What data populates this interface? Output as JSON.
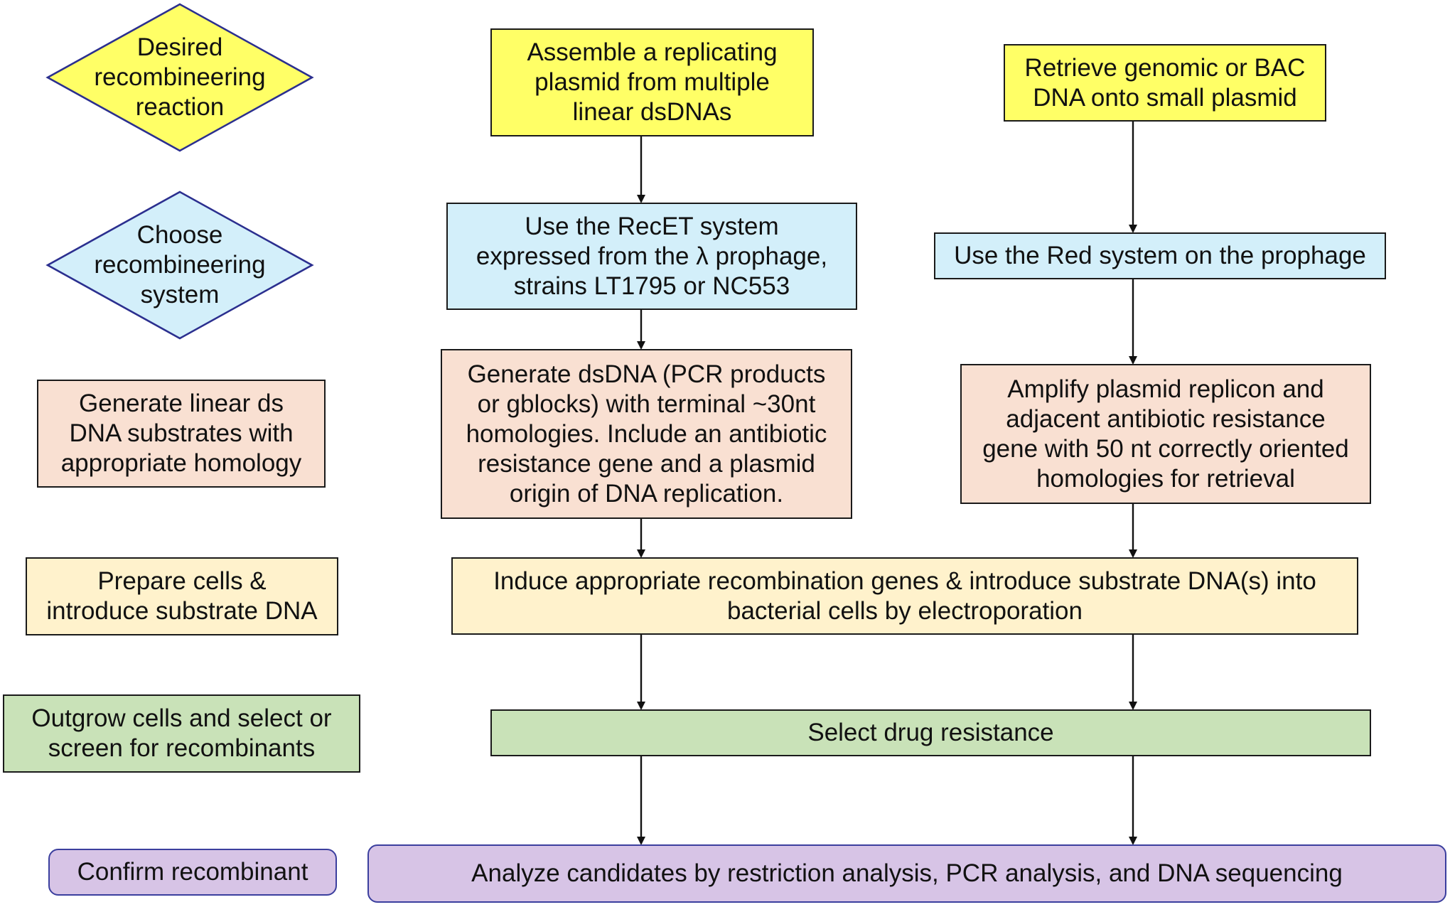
{
  "colors": {
    "yellow": "#ffff66",
    "blue": "#d3effa",
    "peach": "#f9e0d2",
    "cream": "#fff2cc",
    "green": "#c9e2b8",
    "purple": "#d7c4e6",
    "purple_border": "#3b3f9e"
  },
  "left_column": {
    "desired_reaction": [
      "Desired",
      "recombineering",
      "reaction"
    ],
    "choose_system": [
      "Choose",
      "recombineering",
      "system"
    ],
    "generate_substrates": [
      "Generate linear ds",
      "DNA substrates with",
      "appropriate homology"
    ],
    "prepare_cells": [
      "Prepare cells &",
      "introduce substrate DNA"
    ],
    "outgrow_cells": [
      "Outgrow cells and select or",
      "screen for recombinants"
    ],
    "confirm": "Confirm recombinant"
  },
  "middle_column": {
    "assemble_plasmid": [
      "Assemble a replicating",
      "plasmid from multiple",
      "linear dsDNAs"
    ],
    "recet_system": [
      "Use the RecET system",
      "expressed from the λ prophage,",
      "strains LT1795 or NC553"
    ],
    "generate_dsdna": [
      "Generate dsDNA (PCR products",
      "or gblocks) with terminal ~30nt",
      "homologies. Include an antibiotic",
      "resistance gene and a plasmid",
      "origin of DNA replication."
    ]
  },
  "right_column": {
    "retrieve_dna": [
      "Retrieve genomic or BAC",
      "DNA onto small plasmid"
    ],
    "red_system": "Use the Red system on the prophage",
    "amplify_replicon": [
      "Amplify plasmid replicon and",
      "adjacent antibiotic resistance",
      "gene with 50 nt correctly oriented",
      "homologies for retrieval"
    ]
  },
  "shared": {
    "induce_genes": [
      "Induce appropriate recombination genes & introduce substrate DNA(s) into",
      "bacterial cells by electroporation"
    ],
    "select_resistance": "Select drug resistance",
    "analyze_candidates": "Analyze candidates by restriction analysis, PCR analysis, and DNA sequencing"
  }
}
